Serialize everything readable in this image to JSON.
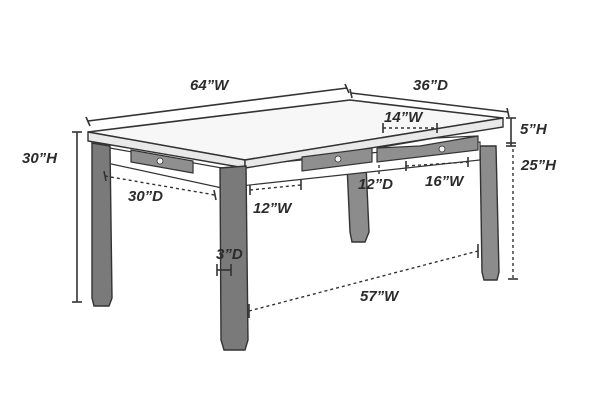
{
  "dimensions": {
    "width": "64”W",
    "depth": "36”D",
    "height": "30”H",
    "apron_height": "5”H",
    "clearance_height": "25”H",
    "drawer_width": "14”W",
    "drawer_depth": "12”D",
    "drawer_opening": "16”W",
    "side_drawer_depth": "30”D",
    "front_drawer_width": "12”W",
    "leg_depth": "3”D",
    "leg_span": "57”W"
  },
  "colors": {
    "outline": "#333333",
    "tabletop": "#f7f7f7",
    "legs": "#8c8c8c",
    "drawers": "#8f8f8f"
  }
}
